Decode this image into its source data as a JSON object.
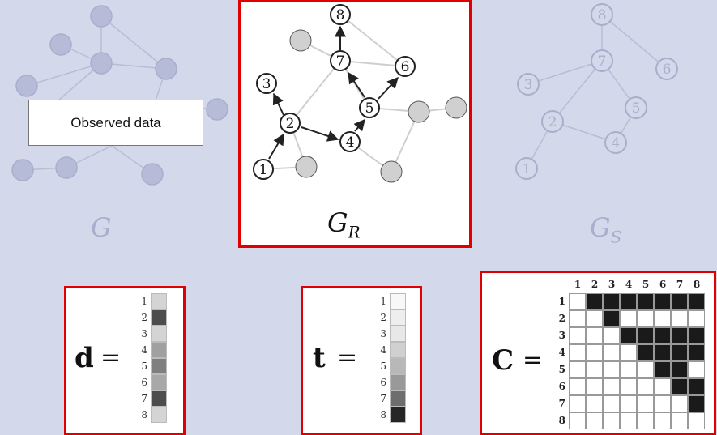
{
  "observed_box": {
    "text": "Observed data"
  },
  "graph_labels": {
    "g": "G",
    "gr_base": "G",
    "gr_sub": "R",
    "gs_base": "G",
    "gs_sub": "S"
  },
  "node_labels": [
    "1",
    "2",
    "3",
    "4",
    "5",
    "6",
    "7",
    "8"
  ],
  "colors": {
    "highlight": "#e00000",
    "faded": "#a8afcc",
    "background": "#d3d8eb",
    "gray_node": "#d0d0d0"
  },
  "vector_d": {
    "symbol": "d",
    "equals": "=",
    "indices": [
      "1",
      "2",
      "3",
      "4",
      "5",
      "6",
      "7",
      "8"
    ],
    "shades": [
      "#d4d4d4",
      "#4d4d4d",
      "#d4d4d4",
      "#a0a0a0",
      "#7f7f7f",
      "#a8a8a8",
      "#4d4d4d",
      "#d4d4d4"
    ]
  },
  "vector_t": {
    "symbol": "t",
    "equals": "=",
    "indices": [
      "1",
      "2",
      "3",
      "4",
      "5",
      "6",
      "7",
      "8"
    ],
    "shades": [
      "#f8f8f8",
      "#eeeeee",
      "#e8e8e8",
      "#d0d0d0",
      "#b8b8b8",
      "#999999",
      "#6e6e6e",
      "#262626"
    ]
  },
  "matrix_c": {
    "symbol": "C",
    "equals": "=",
    "col_headers": [
      "1",
      "2",
      "3",
      "4",
      "5",
      "6",
      "7",
      "8"
    ],
    "row_headers": [
      "1",
      "2",
      "3",
      "4",
      "5",
      "6",
      "7",
      "8"
    ],
    "cells": [
      [
        0,
        1,
        1,
        1,
        1,
        1,
        1,
        1
      ],
      [
        0,
        0,
        1,
        0,
        0,
        0,
        0,
        0
      ],
      [
        0,
        0,
        0,
        1,
        1,
        1,
        1,
        1
      ],
      [
        0,
        0,
        0,
        0,
        1,
        1,
        1,
        1
      ],
      [
        0,
        0,
        0,
        0,
        0,
        1,
        1,
        0
      ],
      [
        0,
        0,
        0,
        0,
        0,
        0,
        1,
        1
      ],
      [
        0,
        0,
        0,
        0,
        0,
        0,
        0,
        1
      ],
      [
        0,
        0,
        0,
        0,
        0,
        0,
        0,
        0
      ]
    ]
  }
}
